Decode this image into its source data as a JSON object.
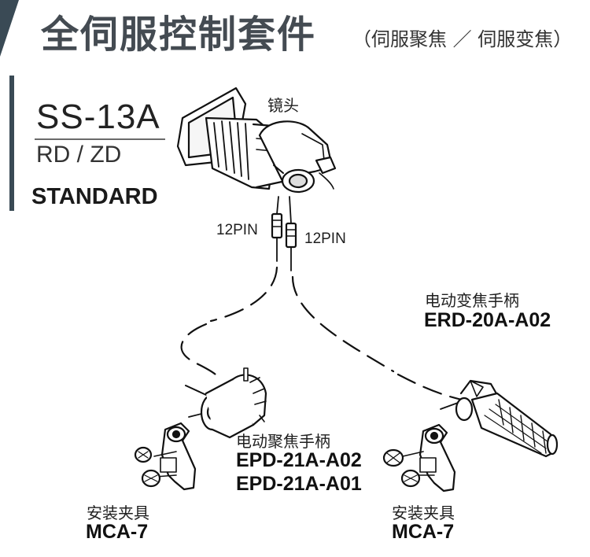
{
  "header": {
    "title": "全伺服控制套件",
    "subtitle": "（伺服聚焦 ／ 伺服变焦）"
  },
  "product": {
    "model": "SS-13A",
    "variant": "RD / ZD",
    "edition": "STANDARD"
  },
  "diagram": {
    "lens_label": "镜头",
    "pin_left": "12PIN",
    "pin_right": "12PIN",
    "zoom_handle_label": "电动变焦手柄",
    "zoom_handle_part": "ERD-20A-A02",
    "focus_handle_label": "电动聚焦手柄",
    "focus_handle_parts": [
      "EPD-21A-A02",
      "EPD-21A-A01"
    ],
    "clamp_left_label": "安装夹具",
    "clamp_left_part": "MCA-7",
    "clamp_right_label": "安装夹具",
    "clamp_right_part": "MCA-7"
  }
}
